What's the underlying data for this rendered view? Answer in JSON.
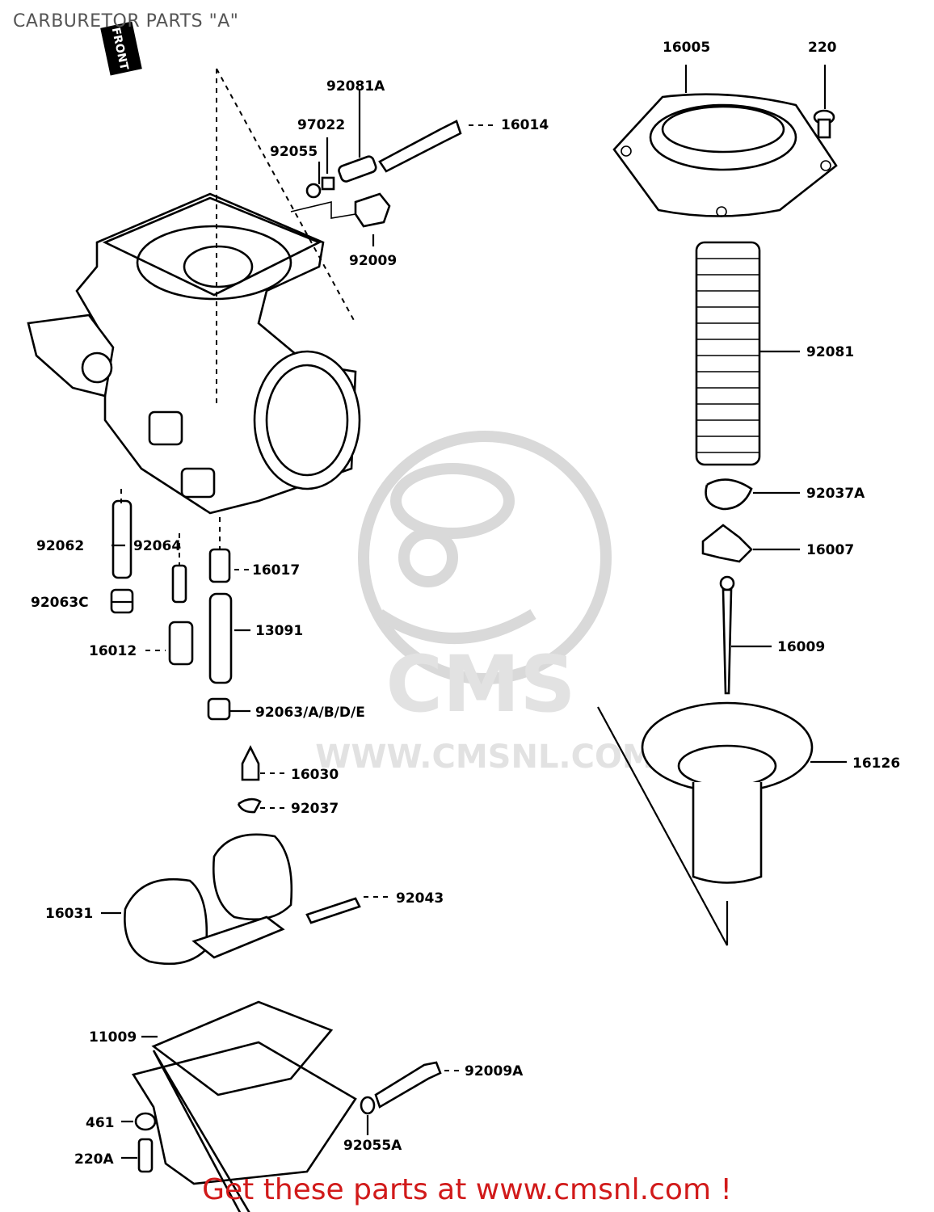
{
  "header": {
    "title": "CARBURETOR PARTS \"A\""
  },
  "footer": {
    "text": "Get these parts at www.cmsnl.com !"
  },
  "stamp": {
    "text": "FRONT"
  },
  "watermark": {
    "logo_text": "CMS",
    "url_text": "WWW.CMSNL.COM"
  },
  "parts": [
    {
      "id": "p16005",
      "label": "16005"
    },
    {
      "id": "p220",
      "label": "220"
    },
    {
      "id": "p92081A",
      "label": "92081A"
    },
    {
      "id": "p97022",
      "label": "97022"
    },
    {
      "id": "p92055",
      "label": "92055"
    },
    {
      "id": "p16014",
      "label": "16014"
    },
    {
      "id": "p92009",
      "label": "92009"
    },
    {
      "id": "p92081",
      "label": "92081"
    },
    {
      "id": "p92037A",
      "label": "92037A"
    },
    {
      "id": "p16007",
      "label": "16007"
    },
    {
      "id": "p16009",
      "label": "16009"
    },
    {
      "id": "p16126",
      "label": "16126"
    },
    {
      "id": "p92062",
      "label": "92062"
    },
    {
      "id": "p92064",
      "label": "92064"
    },
    {
      "id": "p16017",
      "label": "16017"
    },
    {
      "id": "p92063C",
      "label": "92063C"
    },
    {
      "id": "p13091",
      "label": "13091"
    },
    {
      "id": "p16012",
      "label": "16012"
    },
    {
      "id": "p92063ABDE",
      "label": "92063/A/B/D/E"
    },
    {
      "id": "p16030",
      "label": "16030"
    },
    {
      "id": "p92037",
      "label": "92037"
    },
    {
      "id": "p16031",
      "label": "16031"
    },
    {
      "id": "p92043",
      "label": "92043"
    },
    {
      "id": "p11009",
      "label": "11009"
    },
    {
      "id": "p92009A",
      "label": "92009A"
    },
    {
      "id": "p461",
      "label": "461"
    },
    {
      "id": "p220A",
      "label": "220A"
    },
    {
      "id": "p92055A",
      "label": "92055A"
    }
  ]
}
